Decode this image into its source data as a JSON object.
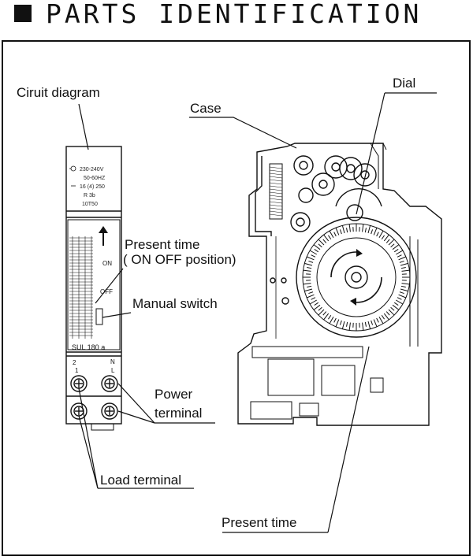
{
  "heading": {
    "title": "PARTS IDENTIFICATION"
  },
  "labels": {
    "circuit_diagram": "Ciruit diagram",
    "dial": "Dial",
    "case": "Case",
    "present_time_on_off": "Present time",
    "present_time_on_off_sub": "( ON OFF position)",
    "manual_switch": "Manual switch",
    "power_terminal_1": "Power",
    "power_terminal_2": "terminal",
    "load_terminal": "Load terminal",
    "present_time": "Present time"
  },
  "device_panel": {
    "spec_line_1": "230-240V",
    "spec_line_2": "50-60HZ",
    "spec_line_3": "16  (4)  250",
    "spec_line_4": "R    3b",
    "spec_line_5": "10T50",
    "on": "ON",
    "off": "OFF",
    "model": "SUL 180 a",
    "terminal_left": "2",
    "terminal_left_sub": "1",
    "terminal_right_top": "N",
    "terminal_right_sub": "L"
  }
}
